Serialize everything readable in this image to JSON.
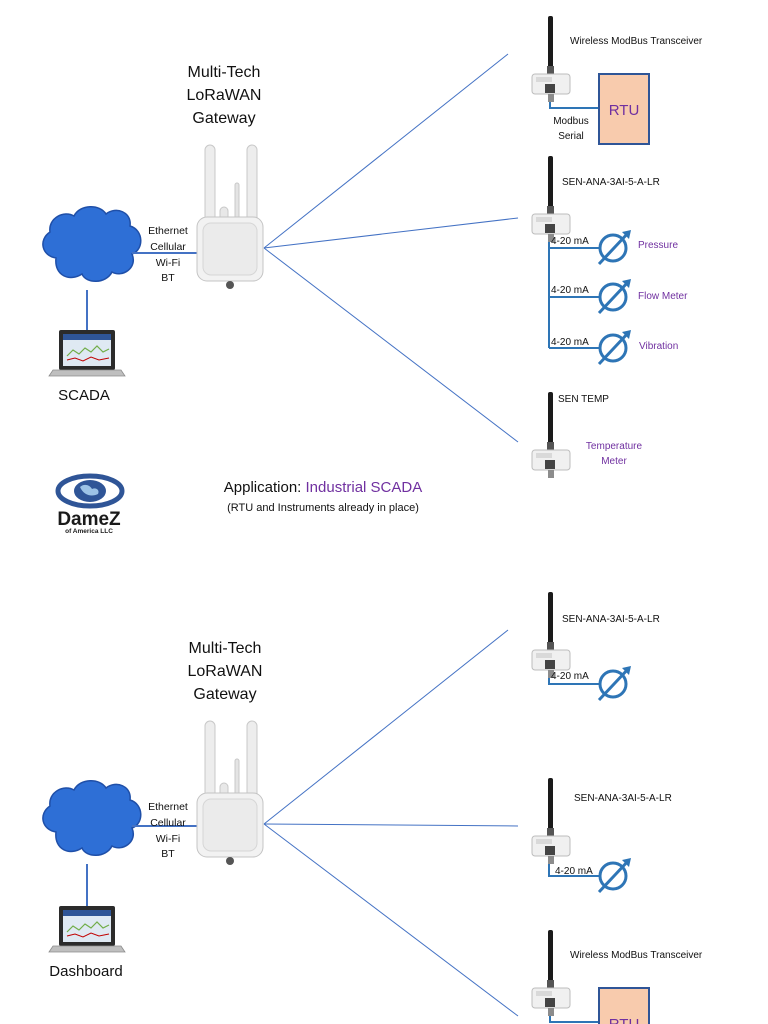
{
  "top": {
    "gateway_title": [
      "Multi-Tech",
      "LoRaWAN",
      "Gateway"
    ],
    "gateway_links": [
      "Ethernet",
      "Cellular",
      "Wi-Fi",
      "BT"
    ],
    "client_label": "SCADA",
    "devices": {
      "modbus": {
        "label": "Wireless ModBus Transceiver",
        "rtu": "RTU",
        "serial": [
          "Modbus",
          "Serial"
        ]
      },
      "analog": {
        "label": "SEN-ANA-3AI-5-A-LR",
        "inputs": [
          {
            "signal": "4-20 mA",
            "instrument": "Pressure"
          },
          {
            "signal": "4-20 mA",
            "instrument": "Flow Meter"
          },
          {
            "signal": "4-20 mA",
            "instrument": "Vibration"
          }
        ]
      },
      "temp": {
        "label": "SEN TEMP",
        "instrument": [
          "Temperature",
          "Meter"
        ]
      }
    }
  },
  "logo": {
    "text": "DameZ",
    "subtext": "of America LLC"
  },
  "application": {
    "prefix": "Application: ",
    "accent": "Industrial SCADA",
    "note": "(RTU and Instruments already in place)"
  },
  "bottom": {
    "gateway_title": [
      "Multi-Tech",
      "LoRaWAN",
      "Gateway"
    ],
    "gateway_links": [
      "Ethernet",
      "Cellular",
      "Wi-Fi",
      "BT"
    ],
    "client_label": "Dashboard",
    "devices": {
      "analog1": {
        "label": "SEN-ANA-3AI-5-A-LR",
        "signal": "4-20 mA"
      },
      "analog2": {
        "label": "SEN-ANA-3AI-5-A-LR",
        "signal": "4-20 mA"
      },
      "modbus": {
        "label": "Wireless ModBus Transceiver",
        "rtu": "RTU"
      }
    }
  },
  "colors": {
    "line": "#4472c4",
    "cloud": "#2e6fd6",
    "accent": "#7030a0",
    "rtu_fill": "#f8cbad",
    "rtu_border": "#2f5597"
  }
}
